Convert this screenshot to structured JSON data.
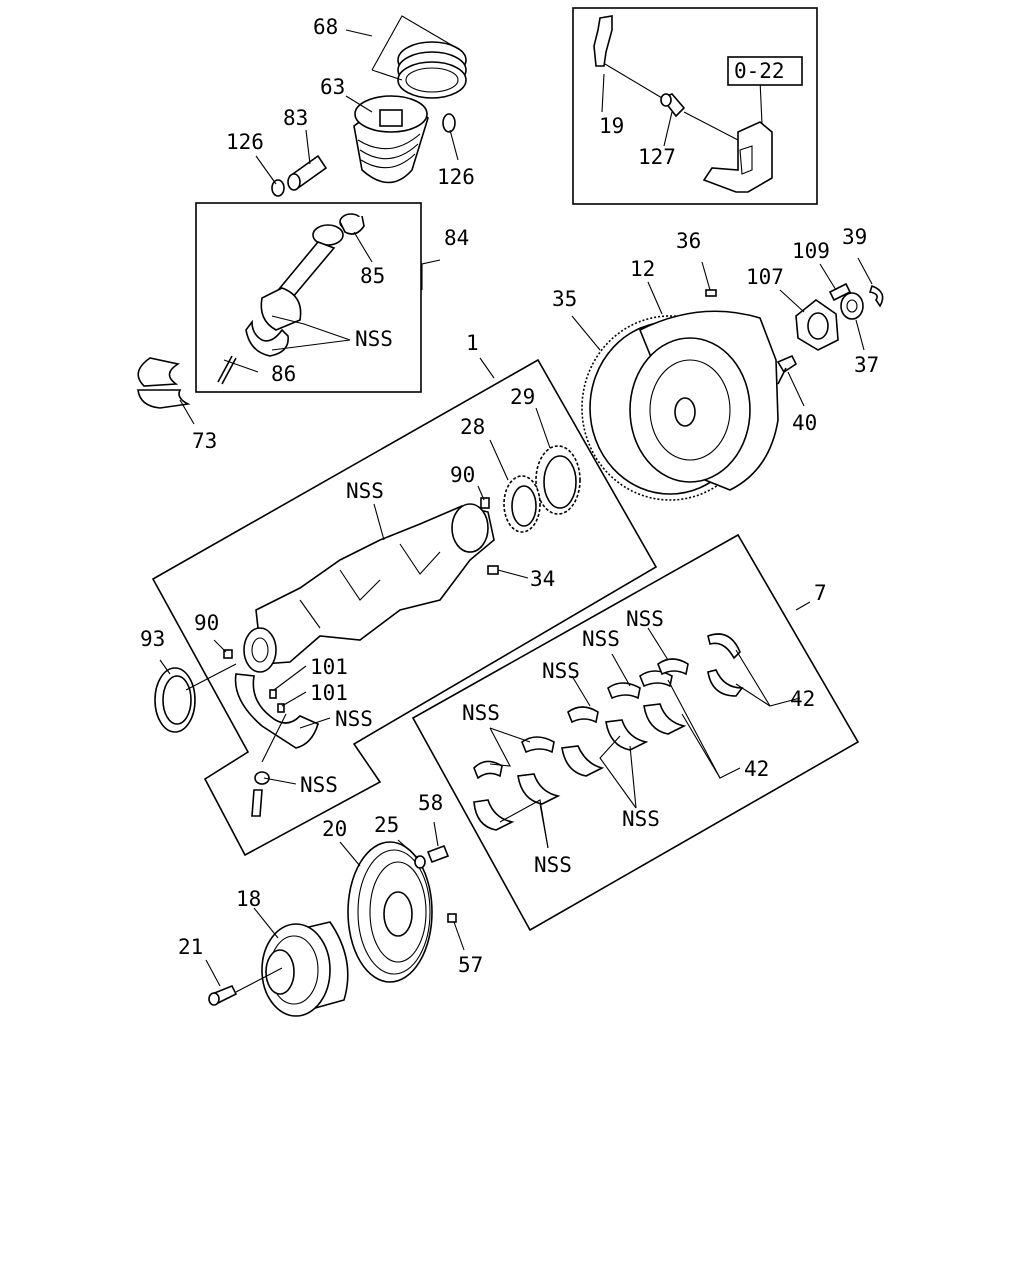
{
  "diagram": {
    "labels": {
      "l68": "68",
      "l63": "63",
      "l83": "83",
      "l126a": "126",
      "l126b": "126",
      "l84": "84",
      "l85": "85",
      "l86": "86",
      "l73": "73",
      "lnss_rod": "NSS",
      "l19": "19",
      "l127": "127",
      "l022": "0-22",
      "l35": "35",
      "l12": "12",
      "l36": "36",
      "l107": "107",
      "l109": "109",
      "l39": "39",
      "l37": "37",
      "l40": "40",
      "l1": "1",
      "l28": "28",
      "l29": "29",
      "l90a": "90",
      "l34": "34",
      "lnss_crank": "NSS",
      "l90b": "90",
      "l93": "93",
      "l101a": "101",
      "l101b": "101",
      "lnss_cap1": "NSS",
      "lnss_cap2": "NSS",
      "l7": "7",
      "l42a": "42",
      "l42b": "42",
      "lnss_b1": "NSS",
      "lnss_b2": "NSS",
      "lnss_b3": "NSS",
      "lnss_b4": "NSS",
      "lnss_b5": "NSS",
      "lnss_b6": "NSS",
      "l20": "20",
      "l25": "25",
      "l58": "58",
      "l18": "18",
      "l21": "21",
      "l57": "57"
    },
    "colors": {
      "line": "#000000",
      "background": "#ffffff"
    }
  }
}
